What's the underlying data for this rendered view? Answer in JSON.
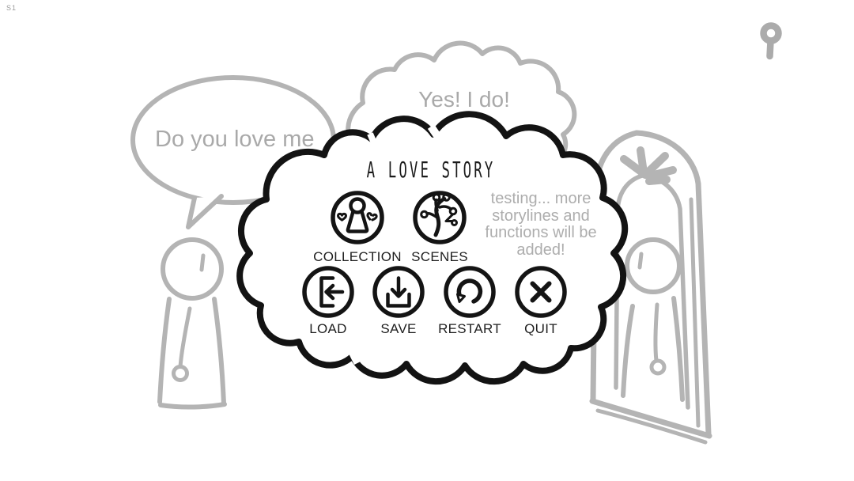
{
  "hud": {
    "scene_label": "S1",
    "key_icon": "key-icon"
  },
  "dialogue": {
    "left_bubble": "Do you love me",
    "right_bubble": "Yes! I do!"
  },
  "menu": {
    "title": "A LOVE STORY",
    "note": "testing... more storylines and functions will be added!",
    "primary_buttons": [
      {
        "label": "COLLECTION",
        "icon": "pawn-with-hearts-icon"
      },
      {
        "label": "SCENES",
        "icon": "story-branch-tree-icon"
      }
    ],
    "secondary_buttons": [
      {
        "label": "LOAD",
        "icon": "door-arrow-left-icon"
      },
      {
        "label": "SAVE",
        "icon": "download-tray-icon"
      },
      {
        "label": "RESTART",
        "icon": "restart-arrow-icon"
      },
      {
        "label": "QUIT",
        "icon": "x-cross-icon"
      }
    ],
    "colors": {
      "ink": "#141414",
      "sketch_gray": "#b4b4b4",
      "muted_text": "#adadad"
    }
  }
}
